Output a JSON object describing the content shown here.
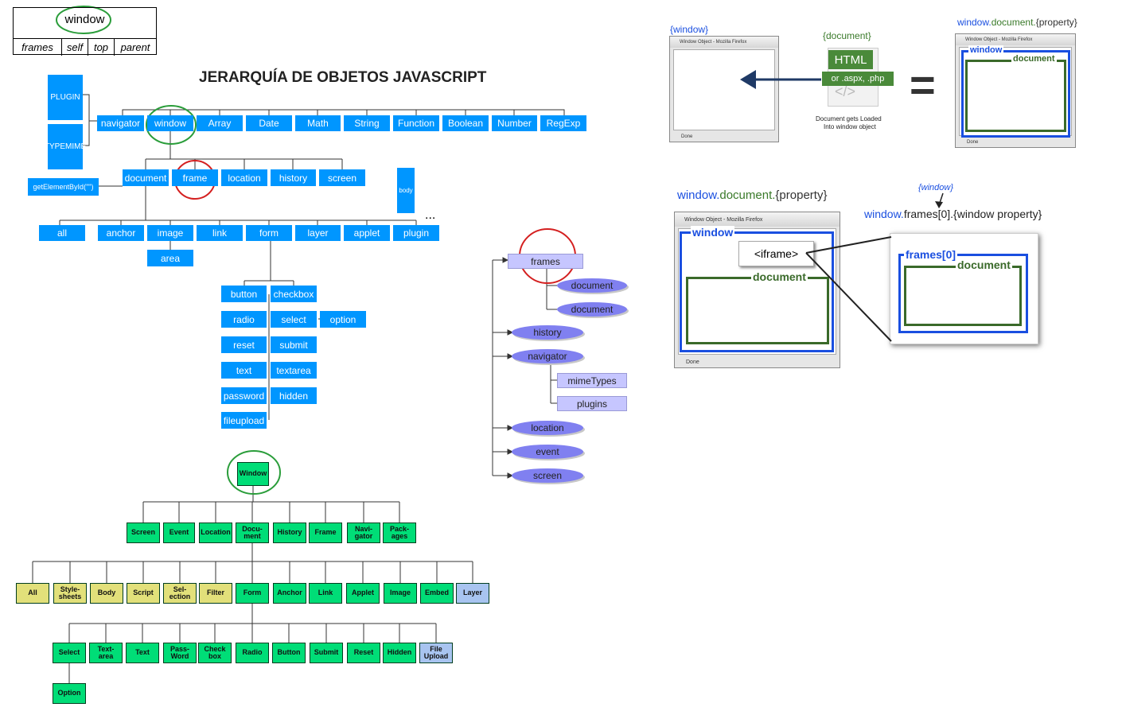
{
  "header_table": {
    "title": "window",
    "cells": [
      "frames",
      "self",
      "top",
      "parent"
    ]
  },
  "title": "JERARQUÍA DE OBJETOS JAVASCRIPT",
  "blue_tree": {
    "side": [
      "PLUGIN",
      "TYPEMIME"
    ],
    "level1": [
      "navigator",
      "window",
      "Array",
      "Date",
      "Math",
      "String",
      "Function",
      "Boolean",
      "Number",
      "RegExp"
    ],
    "level2": [
      "document",
      "frame",
      "location",
      "history",
      "screen"
    ],
    "getElementById": "getElementById(\"\")",
    "body": "body",
    "ellipsis": "...",
    "level3": [
      "all",
      "anchor",
      "image",
      "link",
      "form",
      "layer",
      "applet",
      "plugin"
    ],
    "area": "area",
    "form_left": [
      "button",
      "radio",
      "reset",
      "text",
      "password",
      "fileupload"
    ],
    "form_right": [
      "checkbox",
      "select",
      "submit",
      "textarea",
      "hidden"
    ],
    "option": "option"
  },
  "green_tree": {
    "root": "Window",
    "level1": [
      "Screen",
      "Event",
      "Location",
      "Docu-\nment",
      "History",
      "Frame",
      "Navi-\ngator",
      "Pack-\nages"
    ],
    "level2": [
      "All",
      "Style-\nsheets",
      "Body",
      "Script",
      "Sel-\nection",
      "Filter",
      "Form",
      "Anchor",
      "Link",
      "Applet",
      "Image",
      "Embed",
      "Layer"
    ],
    "level3": [
      "Select",
      "Text-\narea",
      "Text",
      "Pass-\nWord",
      "Check\nbox",
      "Radio",
      "Button",
      "Submit",
      "Reset",
      "Hidden",
      "File\nUpload"
    ],
    "option": "Option"
  },
  "purple_tree": {
    "frames": "frames",
    "documents": [
      "document",
      "document"
    ],
    "history": "history",
    "navigator": "navigator",
    "nav_children": [
      "mimeTypes",
      "plugins"
    ],
    "others": [
      "location",
      "event",
      "screen"
    ]
  },
  "right_top": {
    "window_label": "{window}",
    "document_label": "{document}",
    "html_tag": "HTML",
    "html_sub": "or .aspx, .php",
    "code_glyph": "</>",
    "loaded_text": [
      "Document gets Loaded",
      "Into window object"
    ],
    "equals": "=",
    "wdp": {
      "window": "window.",
      "document": "document.",
      "property": "{property}"
    },
    "frame_title": "Window Object - Mozilla Firefox",
    "frame_status": "Done",
    "inner_window": "window",
    "inner_document": "document"
  },
  "right_bottom": {
    "wdp": {
      "window": "window.",
      "document": "document.",
      "property": "{property}"
    },
    "window_italic": "{window}",
    "frames_line": {
      "window": "window.",
      "rest": "frames[0].{window property}"
    },
    "frame_title": "Window Object - Mozilla Firefox",
    "frame_status": "Done",
    "inner_window": "window",
    "iframe": "<iframe>",
    "inner_document": "document",
    "zoom_frames": "frames[0]",
    "zoom_document": "document"
  },
  "colors": {
    "blue_box": "#0096ff",
    "green_box": "#00dd77",
    "yellow_box": "#e2e07a",
    "light_blue_box": "#a8c4f0",
    "oval": "#8080f0",
    "highlight_green": "#2a9d3a",
    "highlight_red": "#d42020",
    "frame_blue": "#1a4fe0",
    "frame_green": "#3a6a2a"
  }
}
